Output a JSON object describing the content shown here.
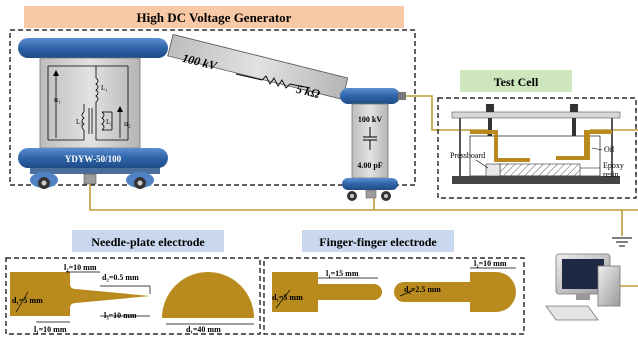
{
  "generator": {
    "title": "High DC Voltage Generator",
    "resistor_voltage": "100 kV",
    "resistor_value": "5 kΩ",
    "transformer_model": "YDYW-50/100",
    "u1": "u₁",
    "u2": "u₂",
    "L1": "L₁",
    "L2": "L₂",
    "L3": "L₃",
    "capacitor_voltage": "100 kV",
    "capacitor_value": "4.00 pF"
  },
  "test_cell": {
    "title": "Test Cell",
    "pressboard": "Pressboard",
    "oil": "Oil",
    "epoxy_line1": "Epoxy",
    "epoxy_line2": "resin"
  },
  "needle_plate": {
    "title": "Needle-plate electrode",
    "d1": "d₁=5 mm",
    "l2": "l₂=10 mm",
    "d2": "d₂=0.5 mm",
    "l1": "l₁=10 mm",
    "l3": "l₃=10 mm",
    "dome": "d₁=40 mm"
  },
  "finger_finger": {
    "title": "Finger-finger electrode",
    "d1": "d₁=5 mm",
    "l1": "l₁=15 mm",
    "d2": "d₂=2.5 mm",
    "l2": "l₂=10 mm"
  },
  "colors": {
    "title_orange": "#f9c8a6",
    "title_green": "#cde6be",
    "title_blue": "#c9d8ee",
    "electrode_gold": "#b98b1e",
    "wire_gold": "#c29a3a",
    "gen_blue": "#3a73b8",
    "gen_gray": "#c8c8c8"
  }
}
